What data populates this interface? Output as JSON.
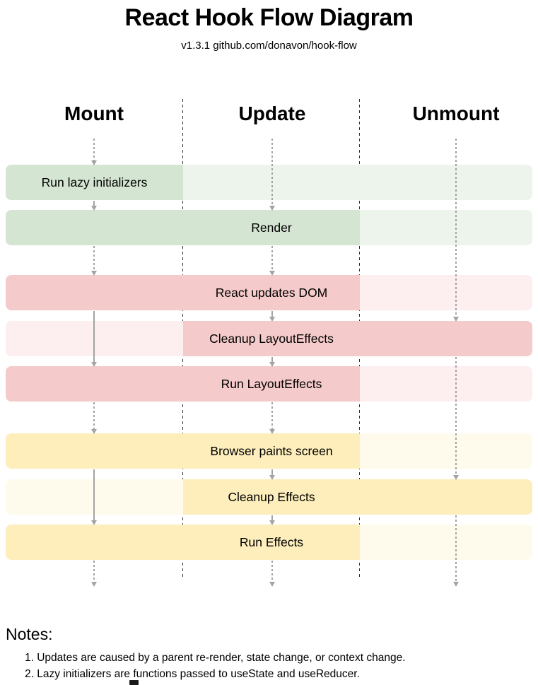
{
  "header": {
    "title": "React Hook Flow Diagram",
    "subtitle": "v1.3.1 github.com/donavon/hook-flow"
  },
  "columns": [
    {
      "label": "Mount"
    },
    {
      "label": "Update"
    },
    {
      "label": "Unmount"
    }
  ],
  "rows": [
    {
      "label": "Run lazy initializers",
      "color_group": "green",
      "active_columns": [
        "Mount"
      ]
    },
    {
      "label": "Render",
      "color_group": "green",
      "active_columns": [
        "Mount",
        "Update"
      ]
    },
    {
      "label": "React updates DOM",
      "color_group": "red",
      "active_columns": [
        "Mount",
        "Update"
      ]
    },
    {
      "label": "Cleanup LayoutEffects",
      "color_group": "red",
      "active_columns": [
        "Update",
        "Unmount"
      ]
    },
    {
      "label": "Run LayoutEffects",
      "color_group": "red",
      "active_columns": [
        "Mount",
        "Update"
      ]
    },
    {
      "label": "Browser paints screen",
      "color_group": "yellow",
      "active_columns": [
        "Mount",
        "Update"
      ]
    },
    {
      "label": "Cleanup Effects",
      "color_group": "yellow",
      "active_columns": [
        "Update",
        "Unmount"
      ]
    },
    {
      "label": "Run Effects",
      "color_group": "yellow",
      "active_columns": [
        "Mount",
        "Update"
      ]
    }
  ],
  "notes": {
    "heading": "Notes:",
    "items": [
      "1. Updates are caused by a parent re-render, state change, or context change.",
      "2. Lazy initializers are functions passed to useState and useReducer."
    ]
  },
  "colors": {
    "green_dark": "#d4e5d2",
    "green_light": "#edf4ec",
    "red_dark": "#f5caca",
    "red_light": "#fdeef0",
    "yellow_dark": "#fdeebb",
    "yellow_light": "#fffbec",
    "arrow_gray": "#a3a3a3",
    "separator": "#2f2f2f",
    "ink": "#000000"
  }
}
